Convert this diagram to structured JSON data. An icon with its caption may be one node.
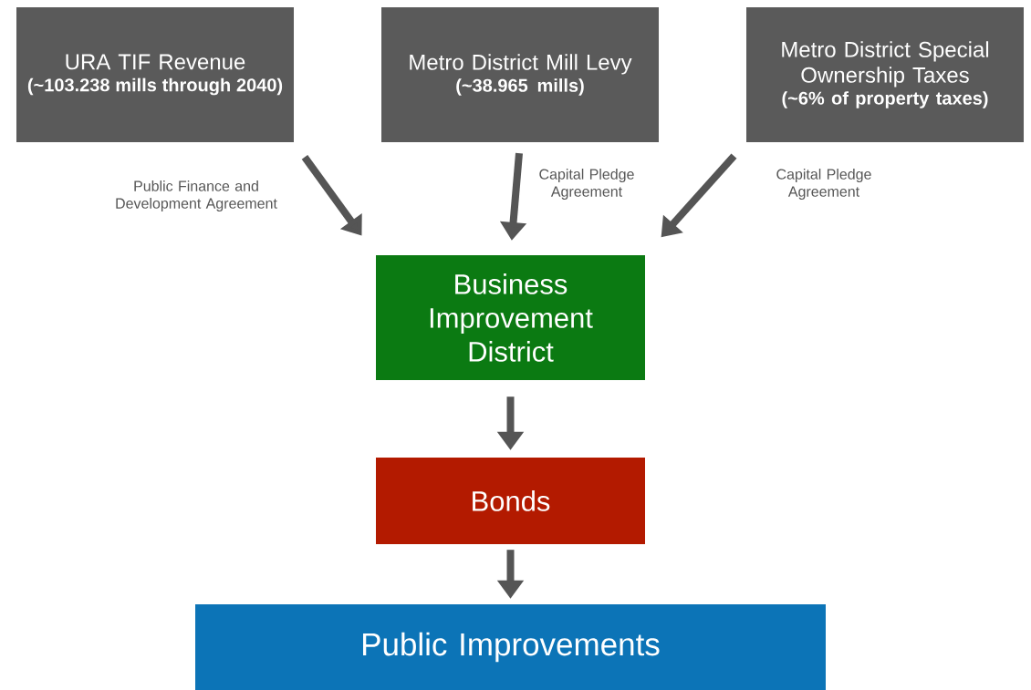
{
  "diagram": {
    "nodes": [
      {
        "text": [
          "URA TIF Revenue",
          "(~103.238 mills through 2040)"
        ]
      },
      {
        "text": [
          "Metro District Mill Levy",
          "(~38.965 mills)"
        ]
      },
      {
        "text": [
          "Metro District Special Ownership Taxes",
          "(~6% of property taxes)"
        ]
      },
      {
        "text": [
          "Business Improvement District"
        ]
      },
      {
        "text": [
          "Bonds"
        ]
      },
      {
        "text": [
          "Public Improvements"
        ]
      }
    ],
    "edges": [
      {
        "from": 0,
        "to": 3,
        "arrow": "to",
        "label": "Public Finance and Development Agreement"
      },
      {
        "from": 1,
        "to": 3,
        "arrow": "to",
        "label": "Capital Pledge Agreement"
      },
      {
        "from": 2,
        "to": 3,
        "arrow": "to",
        "label": "Capital Pledge Agreement"
      },
      {
        "from": 3,
        "to": 4,
        "arrow": "to"
      },
      {
        "from": 4,
        "to": 5,
        "arrow": "to"
      }
    ]
  }
}
